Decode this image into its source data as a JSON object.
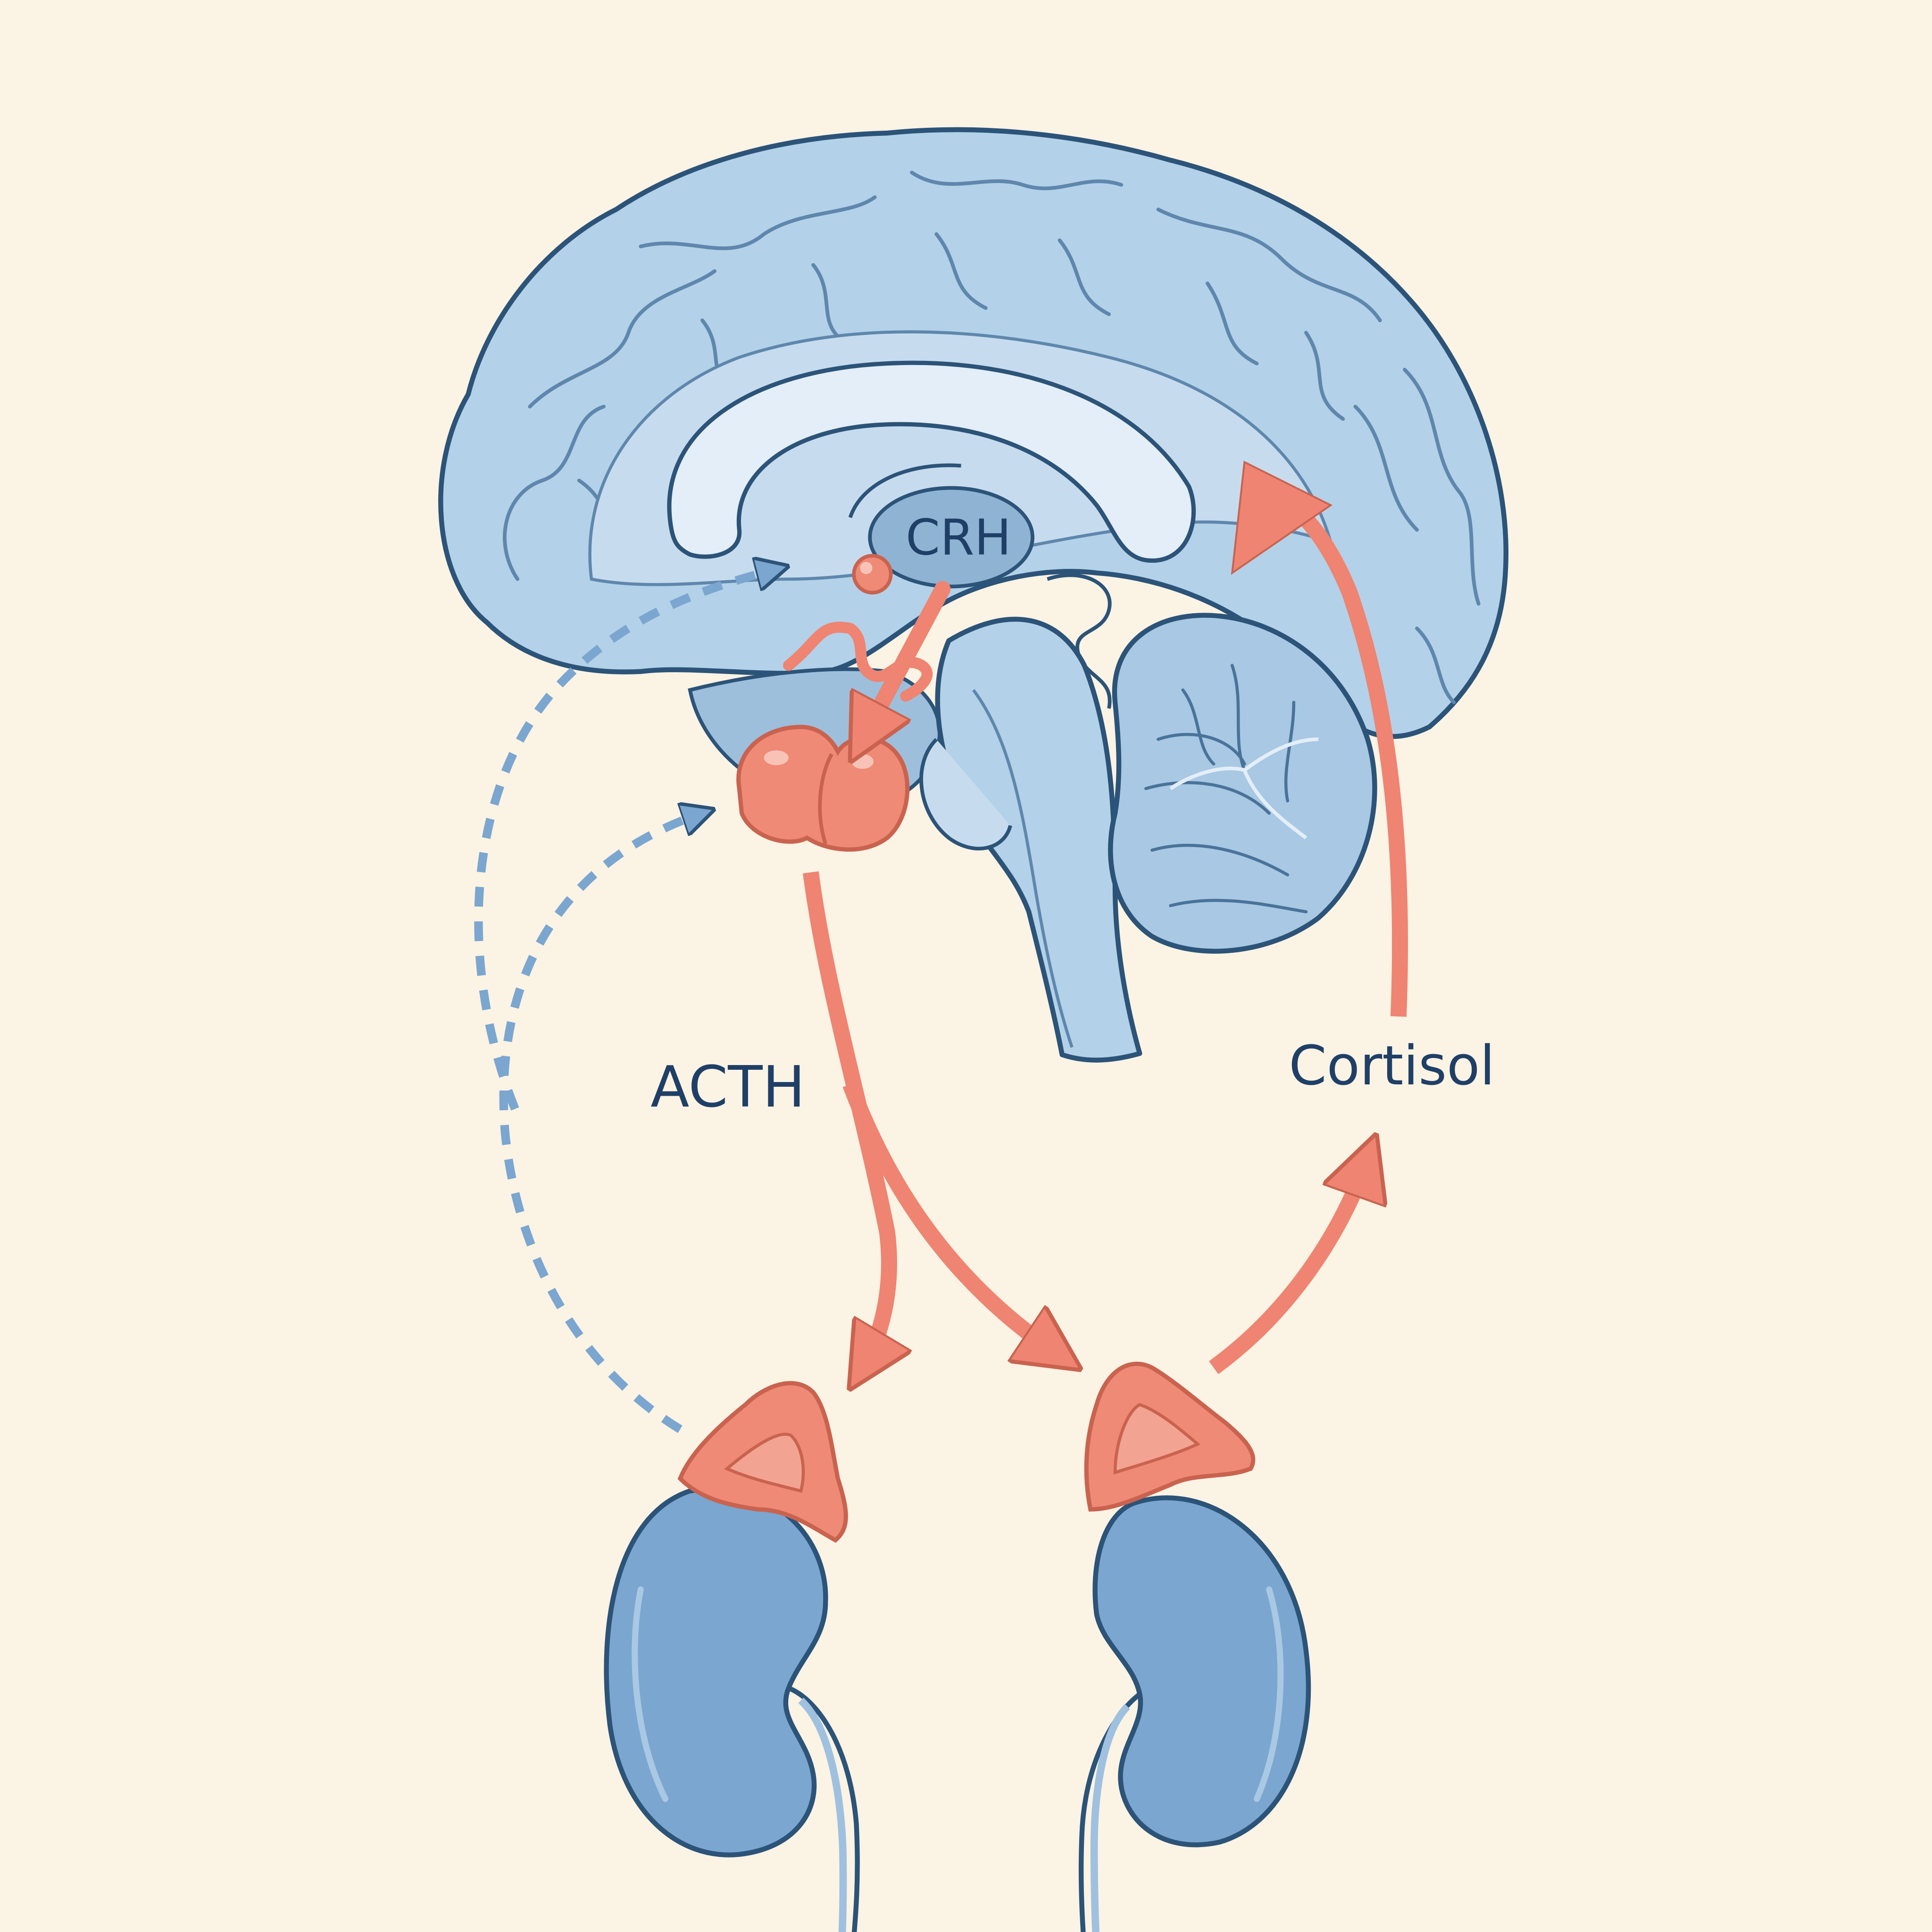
{
  "labels": {
    "hormone_1": "CRH",
    "hormone_2": "ACTH",
    "hormone_3": "Cortisol"
  },
  "colors": {
    "background": "#fbf3e4",
    "brain_fill": "#b3d1e8",
    "brain_light": "#d8e8f4",
    "outline": "#2c5378",
    "stimulation_arrow": "#ee8471",
    "gland_fill": "#ee8a75",
    "kidney_fill": "#7ba6cf",
    "feedback_dash": "#3a6590"
  },
  "icons": [
    "brain-icon",
    "hypothalamus-icon",
    "pituitary-icon",
    "adrenal-gland-icon",
    "kidney-icon"
  ]
}
